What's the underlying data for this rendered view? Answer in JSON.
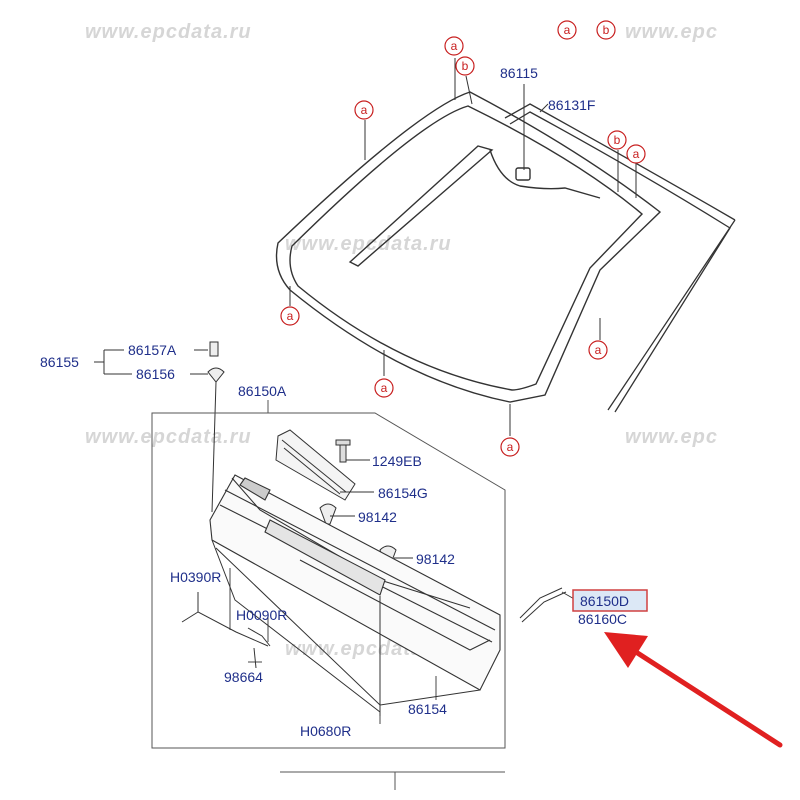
{
  "watermark": "www.epcdata.ru",
  "watermark_partial": "www.epc",
  "ref_a": "a",
  "ref_b": "b",
  "parts": {
    "p86115": "86115",
    "p86131F": "86131F",
    "p86155": "86155",
    "p86157A": "86157A",
    "p86156": "86156",
    "p86150A": "86150A",
    "p1249EB": "1249EB",
    "p86154G": "86154G",
    "p98142a": "98142",
    "p98142b": "98142",
    "pH0390R": "H0390R",
    "pH0090R": "H0090R",
    "p98664": "98664",
    "p86154": "86154",
    "pH0680R": "H0680R",
    "p86150D": "86150D",
    "p86160C": "86160C"
  },
  "colors": {
    "part_number": "#1f2f8a",
    "reference": "#c82020",
    "highlight_box": "#d04040",
    "arrow": "#e02020"
  }
}
